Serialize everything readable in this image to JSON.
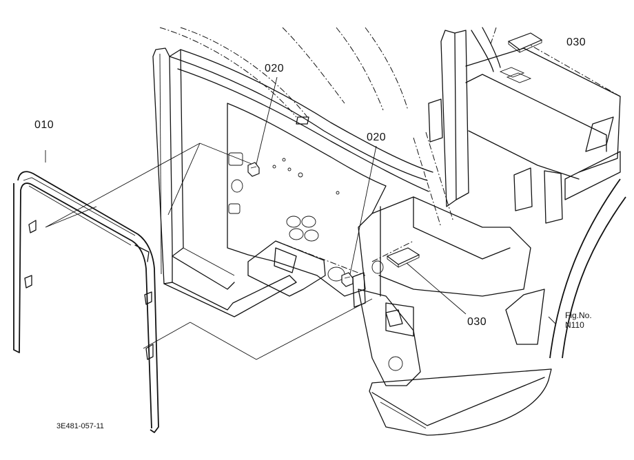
{
  "callouts": [
    {
      "id": "010",
      "text": "010"
    },
    {
      "id": "020a",
      "text": "020"
    },
    {
      "id": "020b",
      "text": "020"
    },
    {
      "id": "030a",
      "text": "030"
    },
    {
      "id": "030b",
      "text": "030"
    }
  ],
  "figure": {
    "label": "Fig.No.",
    "number": "N110"
  },
  "drawing_code": "3E481-057-11"
}
